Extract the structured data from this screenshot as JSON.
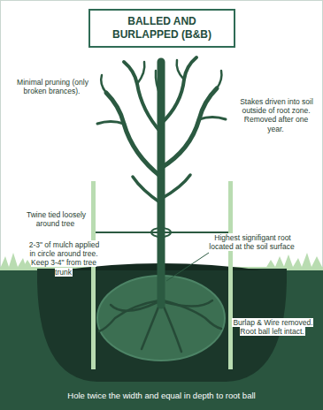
{
  "diagram": {
    "title": "BALLED AND BURLAPPED (B&B)",
    "labels": [
      "Minimal pruning (only broken brances).",
      "Stakes driven into soil outside of root zone. Removed after one year.",
      "Twine tied loosely around tree",
      "2-3\" of mulch applied in circle around tree. Keep 3-4\" from tree trunk",
      "Highest signifigant root located at the soil surface",
      "Burlap & Wire removed. Root ball left intact.",
      "Hole twice the width and equal in depth to root ball"
    ]
  }
}
